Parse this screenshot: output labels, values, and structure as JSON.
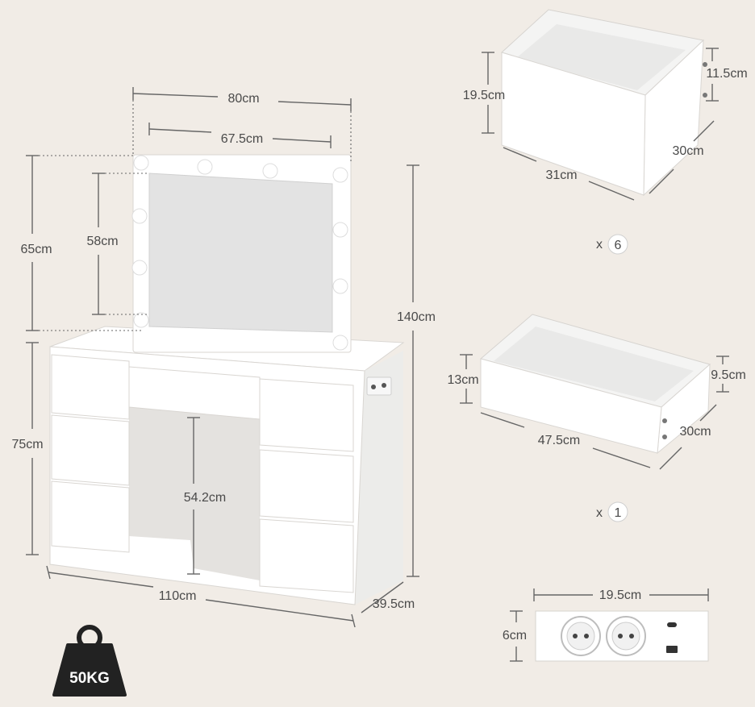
{
  "table": {
    "total_width": "80cm",
    "mirror_width": "67.5cm",
    "mirror_outer_height": "65cm",
    "mirror_inner_height": "58cm",
    "total_height": "140cm",
    "desk_height": "75cm",
    "knee_height": "54.2cm",
    "desk_width": "110cm",
    "desk_depth": "39.5cm"
  },
  "drawer_small": {
    "height": "19.5cm",
    "inner_height": "11.5cm",
    "width": "31cm",
    "depth": "30cm",
    "count_prefix": "x",
    "count": "6"
  },
  "drawer_large": {
    "height": "13cm",
    "inner_height": "9.5cm",
    "width": "47.5cm",
    "depth": "30cm",
    "count_prefix": "x",
    "count": "1"
  },
  "socket_strip": {
    "width": "19.5cm",
    "height": "6cm"
  },
  "weight_badge": {
    "label": "50KG"
  }
}
